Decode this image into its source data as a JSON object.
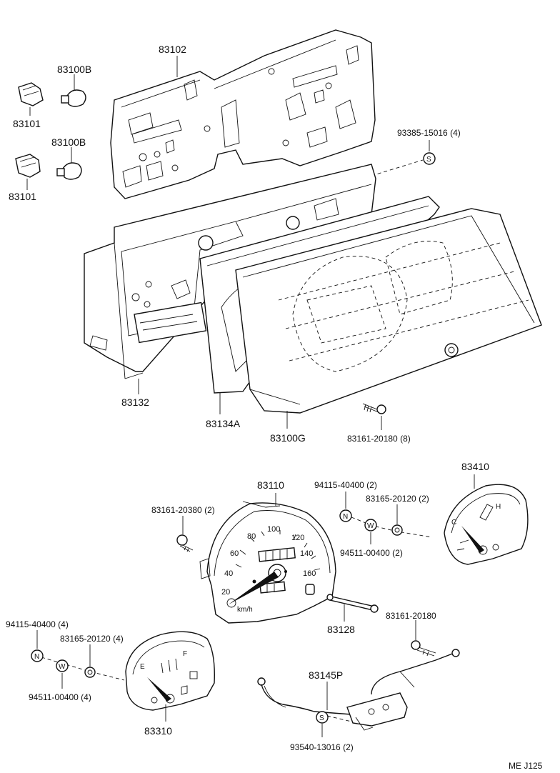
{
  "labels": {
    "p83102": "83102",
    "p83100B_1": "83100B",
    "p83101_1": "83101",
    "p83100B_2": "83100B",
    "p83101_2": "83101",
    "p93385": "93385-15016 (4)",
    "p83132": "83132",
    "p83134A": "83134A",
    "p83100G": "83100G",
    "p83161_20180_8": "83161-20180 (8)",
    "p83410": "83410",
    "p83110": "83110",
    "p94115_2": "94115-40400 (2)",
    "p83165_2": "83165-20120 (2)",
    "p83161_20380": "83161-20380 (2)",
    "p94511_2": "94511-00400 (2)",
    "p83128": "83128",
    "p83161_20180": "83161-20180",
    "p94115_4": "94115-40400 (4)",
    "p83165_4": "83165-20120 (4)",
    "p94511_4": "94511-00400 (4)",
    "p83310": "83310",
    "p83145P": "83145P",
    "p93540": "93540-13016 (2)",
    "code": "ME  J125"
  },
  "symbols": {
    "s": "S",
    "n": "N",
    "w": "W"
  },
  "speedo": {
    "ticks": [
      "20",
      "40",
      "60",
      "80",
      "100",
      "120",
      "140",
      "160"
    ],
    "unit": "km/h"
  },
  "gauges": {
    "e": "E",
    "f": "F",
    "c": "C",
    "h": "H"
  }
}
